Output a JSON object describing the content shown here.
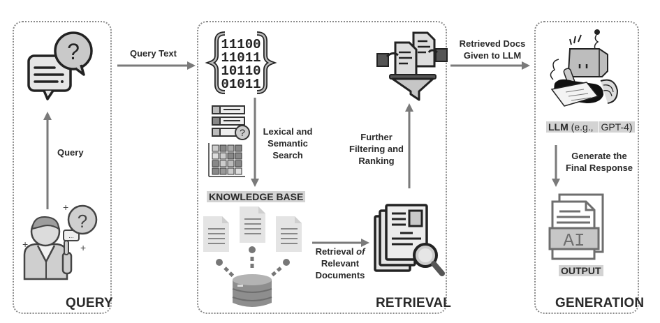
{
  "sections": {
    "query": {
      "title": "QUERY"
    },
    "retrieval": {
      "title": "RETRIEVAL",
      "knowledge_base_label": "KNOWLEDGE BASE"
    },
    "generation": {
      "title": "GENERATION",
      "llm_label_bold": "LLM",
      "llm_label_rest": " (e.g., ",
      "llm_label_model": "GPT-4)",
      "output_label": "OUTPUT"
    }
  },
  "arrows": {
    "query_up": {
      "label": "Query"
    },
    "query_text": {
      "label": "Query Text"
    },
    "lexical_semantic": {
      "label_line1": "Lexical and",
      "label_line2": "Semantic",
      "label_line3": "Search"
    },
    "retrieval_relevant": {
      "label_line1_a": "Retrieval ",
      "label_line1_b": "of",
      "label_line2": "Relevant",
      "label_line3": "Documents"
    },
    "filtering_ranking": {
      "label_line1": "Further",
      "label_line2": "Filtering and",
      "label_line3": "Ranking"
    },
    "docs_to_llm": {
      "label_line1": "Retrieved Docs",
      "label_line2": "Given to LLM"
    },
    "generate_response": {
      "label_line1": "Generate the",
      "label_line2": "Final Response"
    }
  },
  "icons": {
    "binary_digits": [
      "11100",
      "11011",
      "10110",
      "01011"
    ],
    "output_doc_text": "AI"
  }
}
